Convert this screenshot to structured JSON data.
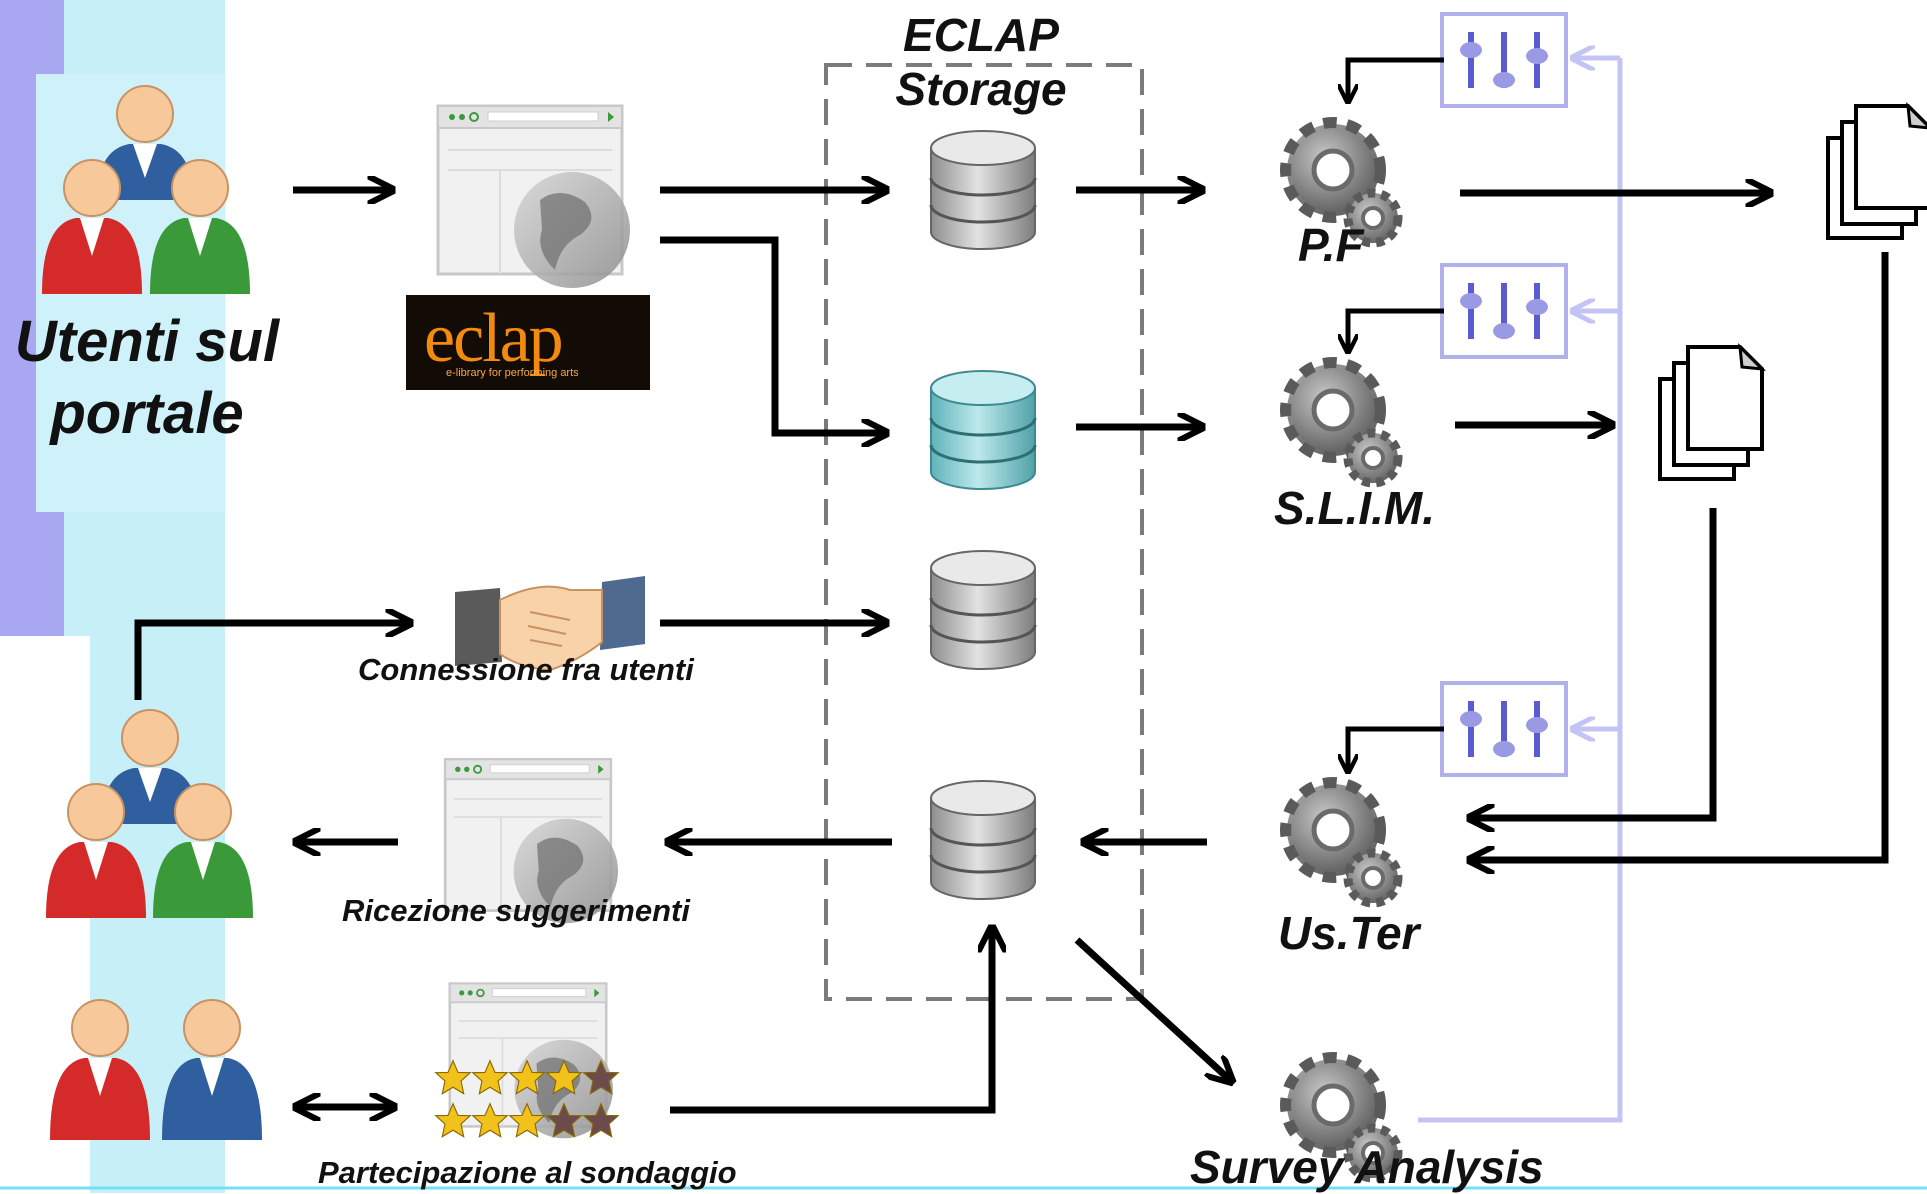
{
  "labels": {
    "users_title": "Utenti sul portale",
    "storage_title": "ECLAP Storage",
    "pf": "P.F",
    "slim": "S.L.I.M.",
    "uster": "Us.Ter",
    "survey": "Survey Analysis",
    "connection": "Connessione fra utenti",
    "suggestions": "Ricezione suggerimenti",
    "poll": "Partecipazione al sondaggio"
  },
  "logo": {
    "word": "eclap",
    "tagline": "e-library for performing arts"
  },
  "colors": {
    "arrow": "#000000",
    "feedback_line": "#c4c4f4",
    "filter_icon": "#7a7ad8",
    "db_gray": "#b9b9b9",
    "db_teal": "#8fd3d8",
    "user_red": "#d42a2a",
    "user_blue": "#2f5f9e",
    "user_green": "#3a9a3a",
    "skin": "#f7c99a",
    "star_gold": "#f2c21b",
    "star_dark": "#6b4b4b",
    "background_blue": "#c7eff8",
    "background_purple": "#a9a7f2"
  },
  "icons": [
    "users-group-icon",
    "browser-globe-icon",
    "database-icon",
    "gear-icon",
    "filter-sliders-icon",
    "document-stack-icon",
    "handshake-icon",
    "rating-stars-icon"
  ],
  "ratings": {
    "row1": 4,
    "row2": 3,
    "max": 5
  }
}
